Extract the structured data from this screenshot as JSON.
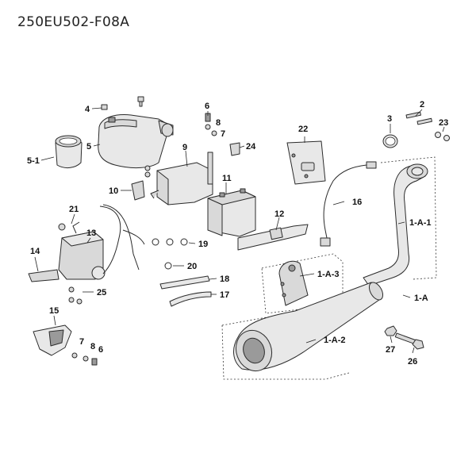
{
  "title": "250EU502-F08A",
  "callouts": {
    "c1A": "1-A",
    "c1A1": "1-A-1",
    "c1A2": "1-A-2",
    "c1A3": "1-A-3",
    "c2": "2",
    "c3": "3",
    "c4": "4",
    "c5": "5",
    "c51": "5-1",
    "c6a": "6",
    "c6b": "6",
    "c7a": "7",
    "c7b": "7",
    "c8a": "8",
    "c8b": "8",
    "c9": "9",
    "c10": "10",
    "c11": "11",
    "c12": "12",
    "c13": "13",
    "c14": "14",
    "c15": "15",
    "c16": "16",
    "c17": "17",
    "c18": "18",
    "c19": "19",
    "c20": "20",
    "c21": "21",
    "c22": "22",
    "c23": "23",
    "c24": "24",
    "c25": "25",
    "c26": "26",
    "c27": "27"
  }
}
